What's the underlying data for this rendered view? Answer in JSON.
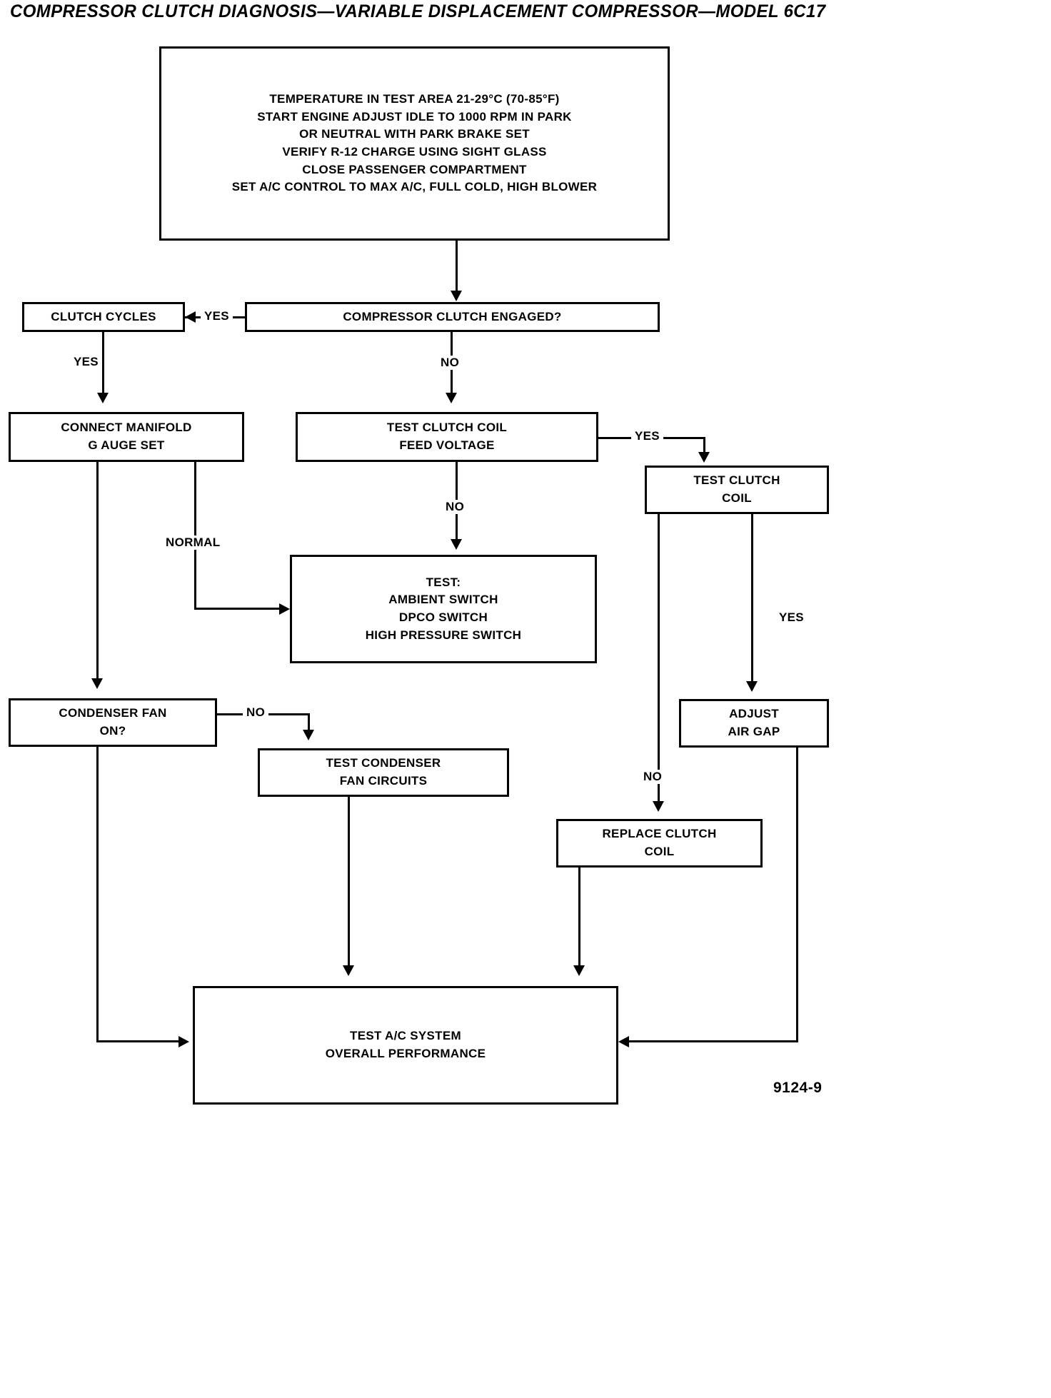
{
  "title": "COMPRESSOR CLUTCH DIAGNOSIS—VARIABLE DISPLACEMENT COMPRESSOR—MODEL 6C17",
  "figure_number": "9124-9",
  "boxes": {
    "preconditions": {
      "line1": "TEMPERATURE IN TEST AREA 21-29°C (70-85°F)",
      "line2": "START ENGINE ADJUST IDLE TO 1000 RPM IN PARK",
      "line3": "OR NEUTRAL WITH PARK BRAKE SET",
      "line4": "VERIFY R-12 CHARGE USING SIGHT GLASS",
      "line5": "CLOSE PASSENGER COMPARTMENT",
      "line6": "SET A/C CONTROL TO MAX A/C, FULL COLD, HIGH BLOWER"
    },
    "clutch_cycles": {
      "line1": "CLUTCH CYCLES"
    },
    "clutch_engaged": {
      "line1": "COMPRESSOR CLUTCH ENGAGED?"
    },
    "connect_manifold": {
      "line1": "CONNECT MANIFOLD",
      "line2": "G AUGE SET"
    },
    "test_feed_voltage": {
      "line1": "TEST CLUTCH COIL",
      "line2": "FEED VOLTAGE"
    },
    "test_clutch_coil": {
      "line1": "TEST CLUTCH",
      "line2": "COIL"
    },
    "test_switches": {
      "line1": "TEST:",
      "line2": "AMBIENT SWITCH",
      "line3": "DPCO SWITCH",
      "line4": "HIGH PRESSURE SWITCH"
    },
    "adjust_air_gap": {
      "line1": "ADJUST",
      "line2": "AIR GAP"
    },
    "condenser_fan": {
      "line1": "CONDENSER FAN",
      "line2": "ON?"
    },
    "test_fan_circuits": {
      "line1": "TEST CONDENSER",
      "line2": "FAN CIRCUITS"
    },
    "replace_clutch_coil": {
      "line1": "REPLACE CLUTCH",
      "line2": "COIL"
    },
    "test_performance": {
      "line1": "TEST A/C SYSTEM",
      "line2": "OVERALL PERFORMANCE"
    }
  },
  "edge_labels": {
    "engaged_yes": "YES",
    "engaged_no": "NO",
    "cycles_yes": "YES",
    "feed_voltage_yes": "YES",
    "feed_voltage_no": "NO",
    "manifold_normal": "NORMAL",
    "coil_yes": "YES",
    "coil_no": "NO",
    "fan_no": "NO"
  }
}
